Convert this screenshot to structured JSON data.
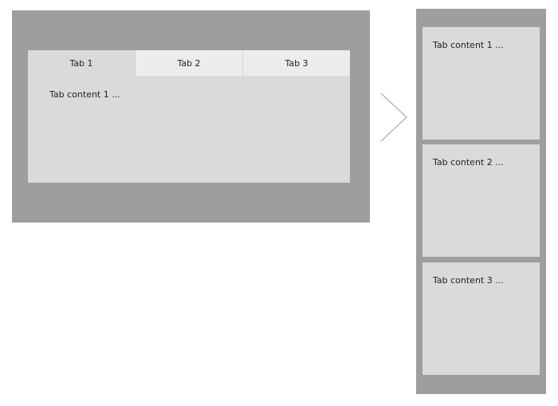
{
  "desktop": {
    "tabs": [
      {
        "label": "Tab 1"
      },
      {
        "label": "Tab 2"
      },
      {
        "label": "Tab 3"
      }
    ],
    "active_tab_content": "Tab content 1 ..."
  },
  "mobile": {
    "panels": [
      {
        "content": "Tab content 1 ..."
      },
      {
        "content": "Tab content 2 ..."
      },
      {
        "content": "Tab content 3 ..."
      }
    ]
  },
  "colors": {
    "frame": "#9e9e9e",
    "panel": "#dadada",
    "inactive_tab": "#ececec",
    "arrow": "#9a9a9a"
  },
  "icons": {
    "transition": "chevron-right-icon"
  }
}
